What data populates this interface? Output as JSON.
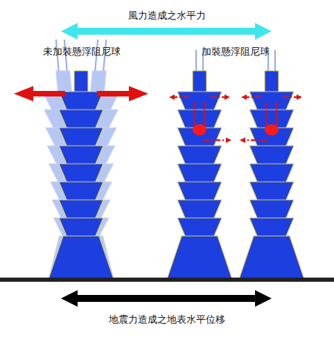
{
  "diagram": {
    "labels": [
      "風力造成之水平力",
      "未加裝懸浮阻尼球",
      "加裝懸浮阻尼球",
      "地震力造成之地表水平位移"
    ]
  }
}
